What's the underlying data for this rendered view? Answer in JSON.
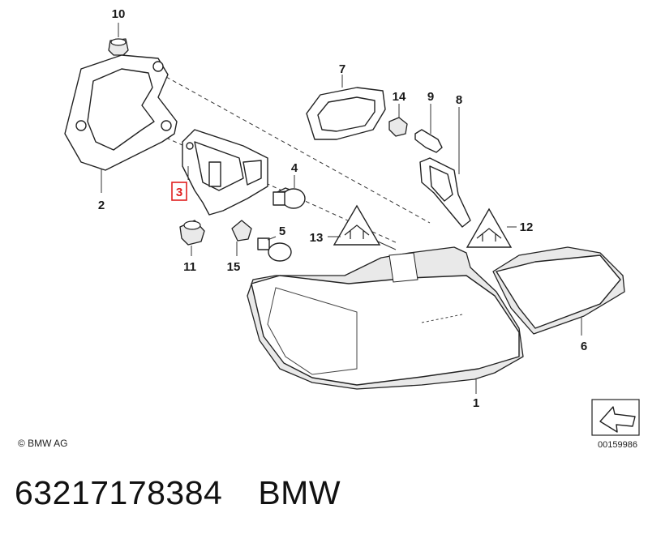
{
  "callouts": [
    "10",
    "2",
    "3",
    "11",
    "15",
    "4",
    "5",
    "7",
    "14",
    "9",
    "8",
    "13",
    "12",
    "6",
    "1"
  ],
  "highlighted_callout": "3",
  "copyright": "© BMW AG",
  "diagram_id": "00159986",
  "part_number": "63217178384",
  "brand": "BMW",
  "colors": {
    "highlight": "#e02020",
    "line": "#222222"
  },
  "icons": [
    "warning-triangle-icon",
    "direction-arrow-icon"
  ]
}
